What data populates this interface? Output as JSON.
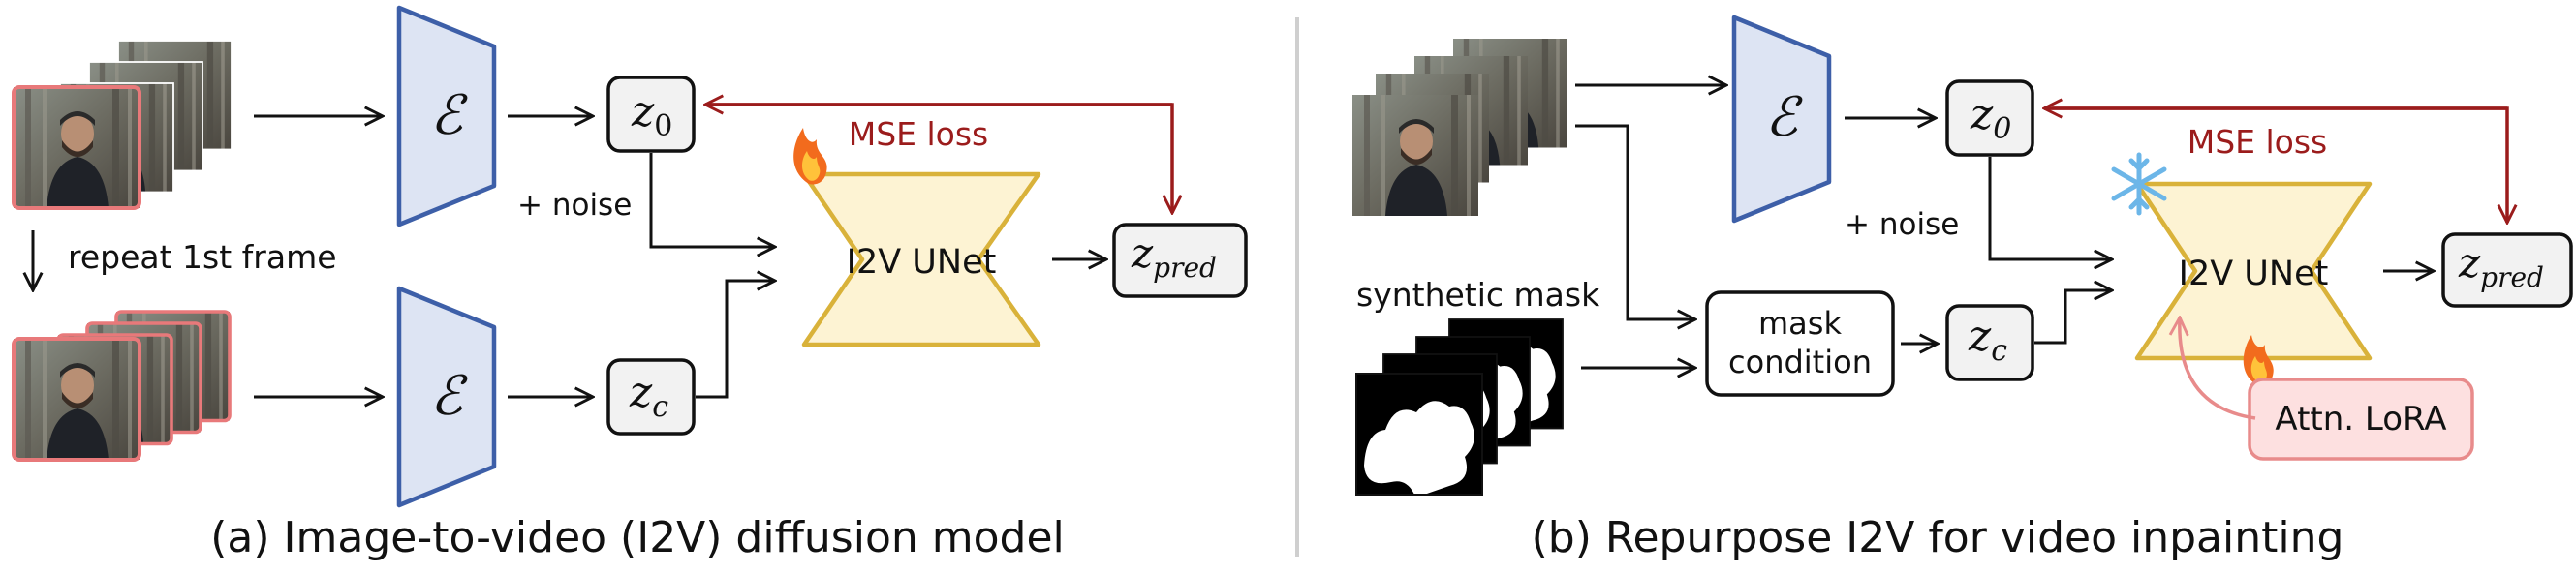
{
  "panel_a": {
    "encoder_symbol": "ℰ",
    "z0": "z",
    "z0_sub": "0",
    "zc": "z",
    "zc_sub": "c",
    "zpred": "z",
    "zpred_sub": "pred",
    "loss_label": "MSE loss",
    "noise_label": "+ noise",
    "unet_label": "I2V UNet",
    "repeat_label": "repeat 1st frame",
    "caption": "(a) Image-to-video (I2V) diffusion model"
  },
  "panel_b": {
    "encoder_symbol": "ℰ",
    "z0": "z",
    "z0_sub": "0",
    "zc": "z",
    "zc_sub": "c",
    "zpred": "z",
    "zpred_sub": "pred",
    "loss_label": "MSE loss",
    "noise_label": "+ noise",
    "unet_label": "I2V UNet",
    "mask_label": "synthetic mask",
    "mask_condition_line1": "mask",
    "mask_condition_line2": "condition",
    "lora_label": "Attn. LoRA",
    "caption": "(b) Repurpose I2V for video inpainting"
  },
  "colors": {
    "encoder_fill": "#dde4f3",
    "encoder_stroke": "#3d5fa8",
    "unet_fill": "#fdf3d3",
    "unet_stroke": "#d9b23a",
    "loss_color": "#9b1c1c",
    "frame_highlight": "#e8797a",
    "lora_fill": "#fde0e0",
    "lora_stroke": "#e88b8b",
    "node_fill": "#f2f2f2"
  },
  "icons": [
    "fire-icon",
    "snowflake-icon"
  ]
}
